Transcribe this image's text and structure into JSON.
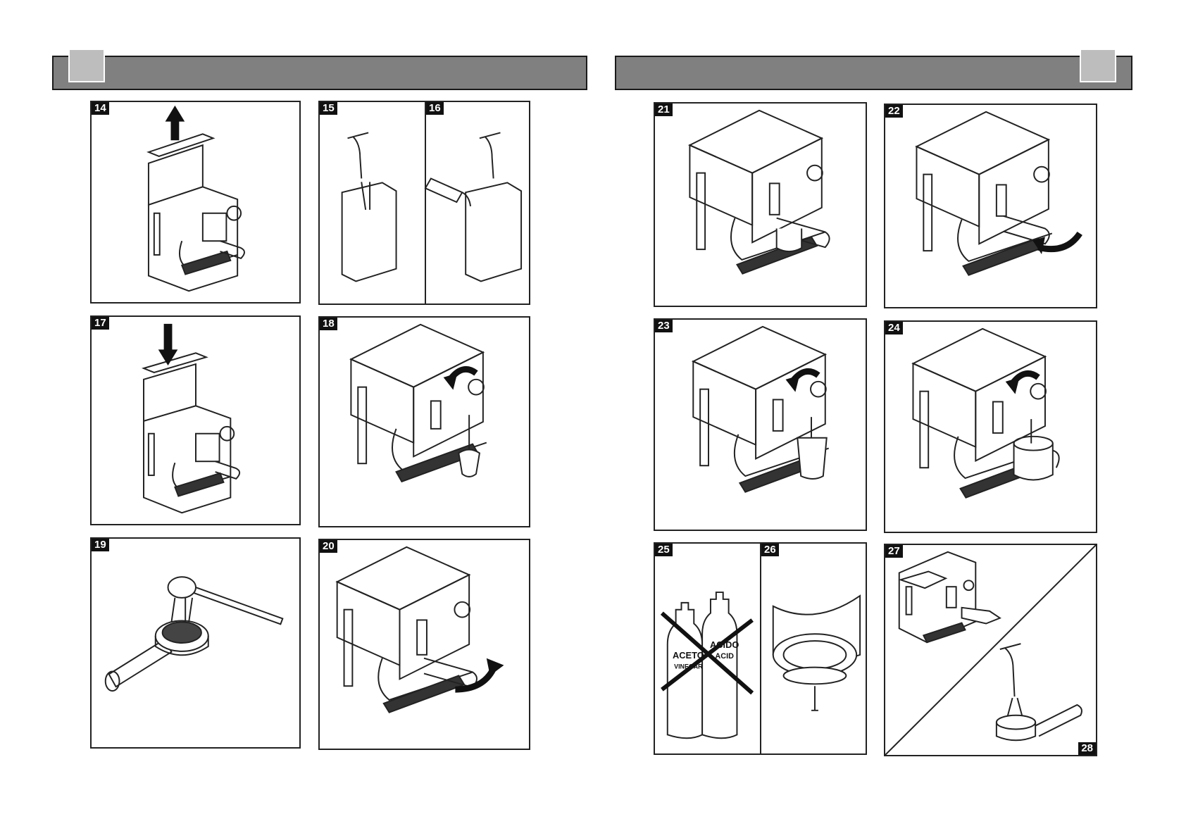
{
  "figures": [
    {
      "number": "14",
      "subject": "lift water tank lid"
    },
    {
      "number": "15",
      "subject": "steam wand in jug"
    },
    {
      "number": "16",
      "subject": "descaler bottle poured"
    },
    {
      "number": "17",
      "subject": "close water tank lid"
    },
    {
      "number": "18",
      "subject": "froth milk with steam wand"
    },
    {
      "number": "19",
      "subject": "fill filter holder with coffee"
    },
    {
      "number": "20",
      "subject": "insert and lock filter holder"
    },
    {
      "number": "21",
      "subject": "cup under filter holder"
    },
    {
      "number": "22",
      "subject": "remove filter holder"
    },
    {
      "number": "23",
      "subject": "hot water into glass"
    },
    {
      "number": "24",
      "subject": "steam into cup"
    },
    {
      "number": "25",
      "subject": "do not use vinegar or acid"
    },
    {
      "number": "26",
      "subject": "shower disc and screw"
    },
    {
      "number": "27",
      "subject": "clean machine with cloth"
    },
    {
      "number": "28",
      "subject": "rinse filter holder"
    }
  ],
  "bottle_labels": {
    "left": [
      "ACETO",
      "VINEGAR"
    ],
    "right": [
      "ACIDO",
      "ACID"
    ]
  },
  "icons": [
    "arrow-up-icon",
    "arrow-down-icon",
    "rotate-arrow-icon",
    "cross-out-icon"
  ],
  "colors": {
    "header_bar": "#808080",
    "header_square": "#bdbdbd",
    "ink": "#111111"
  }
}
